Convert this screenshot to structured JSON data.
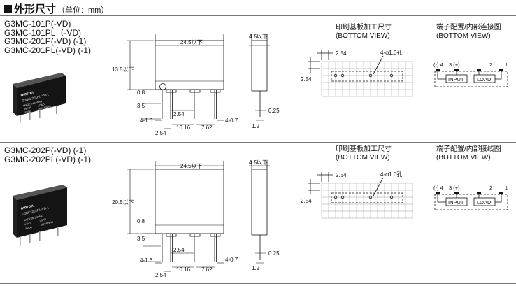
{
  "header": {
    "title": "外形尺寸",
    "unit": "（单位：mm）"
  },
  "sections": [
    {
      "models": [
        "G3MC-101P(-VD)",
        "G3MC-101PL（-VD)",
        "G3MC-201P(-VD)  (-1)",
        "G3MC-201PL(-VD)  (-1)"
      ],
      "product_label": {
        "brand": "omron",
        "model": "G3MC-201PL-VD-1",
        "made": "MADE IN JAPAN",
        "lines": [
          "INPUT",
          "5VDC",
          "LOAD",
          "2A/240VAC"
        ]
      },
      "dims": {
        "length": "24.5以下",
        "height": "13.5以下",
        "width": "4.5以下",
        "d1": "0.8",
        "d2": "3.5",
        "pitch": "2.54",
        "d3": "4-1.6",
        "d4": "10.16",
        "d5": "7.62",
        "d6": "4-0.7",
        "pin": "0.25",
        "thick": "1.2"
      },
      "pcb": {
        "title": "印刷基板加工尺寸",
        "view": "(BOTTOM VIEW)",
        "pitch_h": "2.54",
        "pitch_v": "2.54",
        "holes": "4-φ1.0孔"
      },
      "terminal": {
        "title": "端子配置/内部连接图",
        "view": "(BOTTOM VIEW)",
        "pins": [
          "(-) 4",
          "3 (+)",
          "2",
          "1"
        ],
        "input": "INPUT",
        "load": "LOAD"
      }
    },
    {
      "models": [
        "G3MC-202P(-VD)  (-1)",
        "G3MC-202PL(-VD)  (-1)"
      ],
      "product_label": {
        "brand": "omron",
        "model": "G3MC-202PL-VD-1",
        "made": "MADE IN JAPAN",
        "lines": [
          "INPUT",
          "5VDC",
          "LOAD",
          "2A/240VAC"
        ]
      },
      "dims": {
        "length": "24.5以下",
        "height": "20.5以下",
        "width": "4.5以下",
        "d1": "0.8",
        "d2": "3.5",
        "pitch": "2.54",
        "d3": "4-1.6",
        "d4": "10.16",
        "d5": "7.62",
        "d6": "4-0.7",
        "pin": "0.25",
        "thick": "1.2"
      },
      "pcb": {
        "title": "印刷基板加工尺寸",
        "view": "(BOTTOM VIEW)",
        "pitch_h": "2.54",
        "pitch_v": "2.54",
        "holes": "4-φ1.0孔"
      },
      "terminal": {
        "title": "端子配置/内部接线图",
        "view": "(BOTTOM VIEW)",
        "pins": [
          "(-) 4",
          "3 (+)",
          "2",
          "1"
        ],
        "input": "INPUT",
        "load": "LOAD"
      }
    }
  ]
}
